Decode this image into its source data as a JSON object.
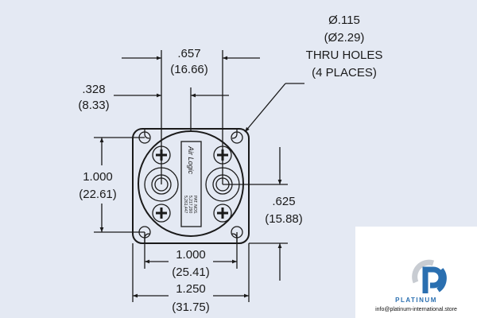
{
  "drawing": {
    "hole_callout": [
      "Ø.115",
      "(Ø2.29)",
      "THRU HOLES",
      "(4 PLACES)"
    ],
    "dim_port_spacing": {
      "inch": ".657",
      "mm": "(16.66)"
    },
    "dim_port_offset": {
      "inch": ".328",
      "mm": "(8.33)"
    },
    "dim_vertical_holes": {
      "inch": "1.000",
      "mm": "(22.61)"
    },
    "dim_port_height": {
      "inch": ".625",
      "mm": "(15.88)"
    },
    "dim_horizontal_holes": {
      "inch": "1.000",
      "mm": "(25.41)"
    },
    "dim_overall_width": {
      "inch": "1.250",
      "mm": "(31.75)"
    },
    "label": {
      "brand": "Air Logic",
      "patent": [
        "PAT. NOS.",
        "5,217,290",
        "5,261,447"
      ]
    }
  },
  "watermark": {
    "name": "PLATINUM",
    "email": "info@platinum-international.store",
    "color": "#2a6fb0"
  }
}
